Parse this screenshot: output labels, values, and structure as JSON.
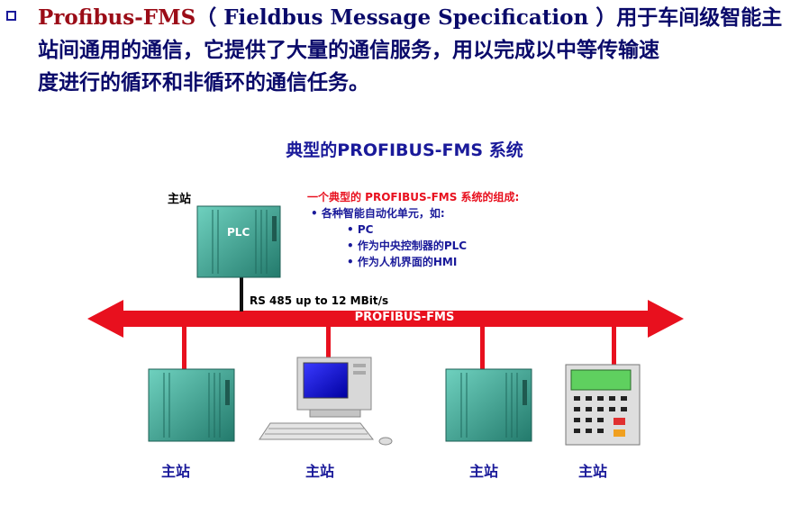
{
  "intro": {
    "term": "Profibus-FMS",
    "line1_rest": "（ Fieldbus Message Specification ）用于车间级智能主",
    "line2": "站间通用的通信，它提供了大量的通信服务，用以完成以中等传输速",
    "line3": "度进行的循环和非循环的通信任务。"
  },
  "figure": {
    "title": "典型的PROFIBUS-FMS 系统",
    "top_station_label": "主站",
    "plc_label": "PLC",
    "note": {
      "heading": "一个典型的 PROFIBUS-FMS 系统的组成:",
      "item1": "• 各种智能自动化单元，如:",
      "sub1": "• PC",
      "sub2": "• 作为中央控制器的PLC",
      "sub3": "• 作为人机界面的HMI"
    },
    "link_label": "RS 485 up to 12 MBit/s",
    "bus_label": "PROFIBUS-FMS",
    "stations": [
      "主站",
      "主站",
      "主站",
      "主站"
    ]
  },
  "colors": {
    "bus": "#e8101e",
    "plc_green": "#3ea898",
    "title_blue": "#1a1a9a",
    "term_red": "#9b0c17"
  }
}
